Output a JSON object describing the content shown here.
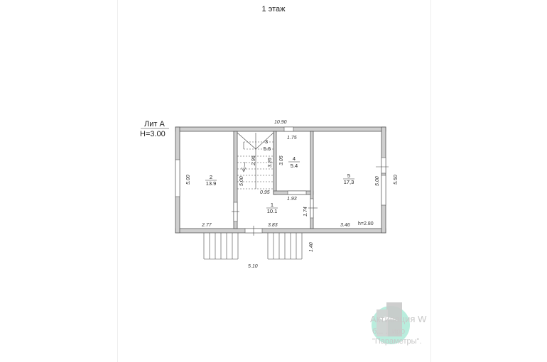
{
  "page_title": "1 этаж",
  "lit": {
    "name": "Лит А",
    "height": "H=3.00"
  },
  "rooms": [
    {
      "number": "1",
      "area": "10.1"
    },
    {
      "number": "2",
      "area": "13.9"
    },
    {
      "number": "3",
      "area": "5.6"
    },
    {
      "number": "4",
      "area": "5.4"
    },
    {
      "number": "5",
      "area": "17,3"
    }
  ],
  "dimensions": {
    "total_width": "10.90",
    "room4_width": "1.75",
    "stair_len_a": "2.96",
    "stair_len_b": "3.26",
    "room4_len": "3.05",
    "room2_len": "5.00",
    "stair_side": "5.00",
    "room5_len": "5.00",
    "total_depth": "5.50",
    "stair_w": "0.95",
    "room4_bottom": "1.93",
    "room1_side": "1.74",
    "room2_width": "2.77",
    "room1_width": "3.83",
    "room5_width": "3.46",
    "room5_height": "h=2.80",
    "porch_depth": "1.40",
    "porch_width": "5.10"
  },
  "watermark": {
    "line1": "Активация W",
    "line2": "б... ...иро",
    "line3": "\"Параметры\"."
  }
}
